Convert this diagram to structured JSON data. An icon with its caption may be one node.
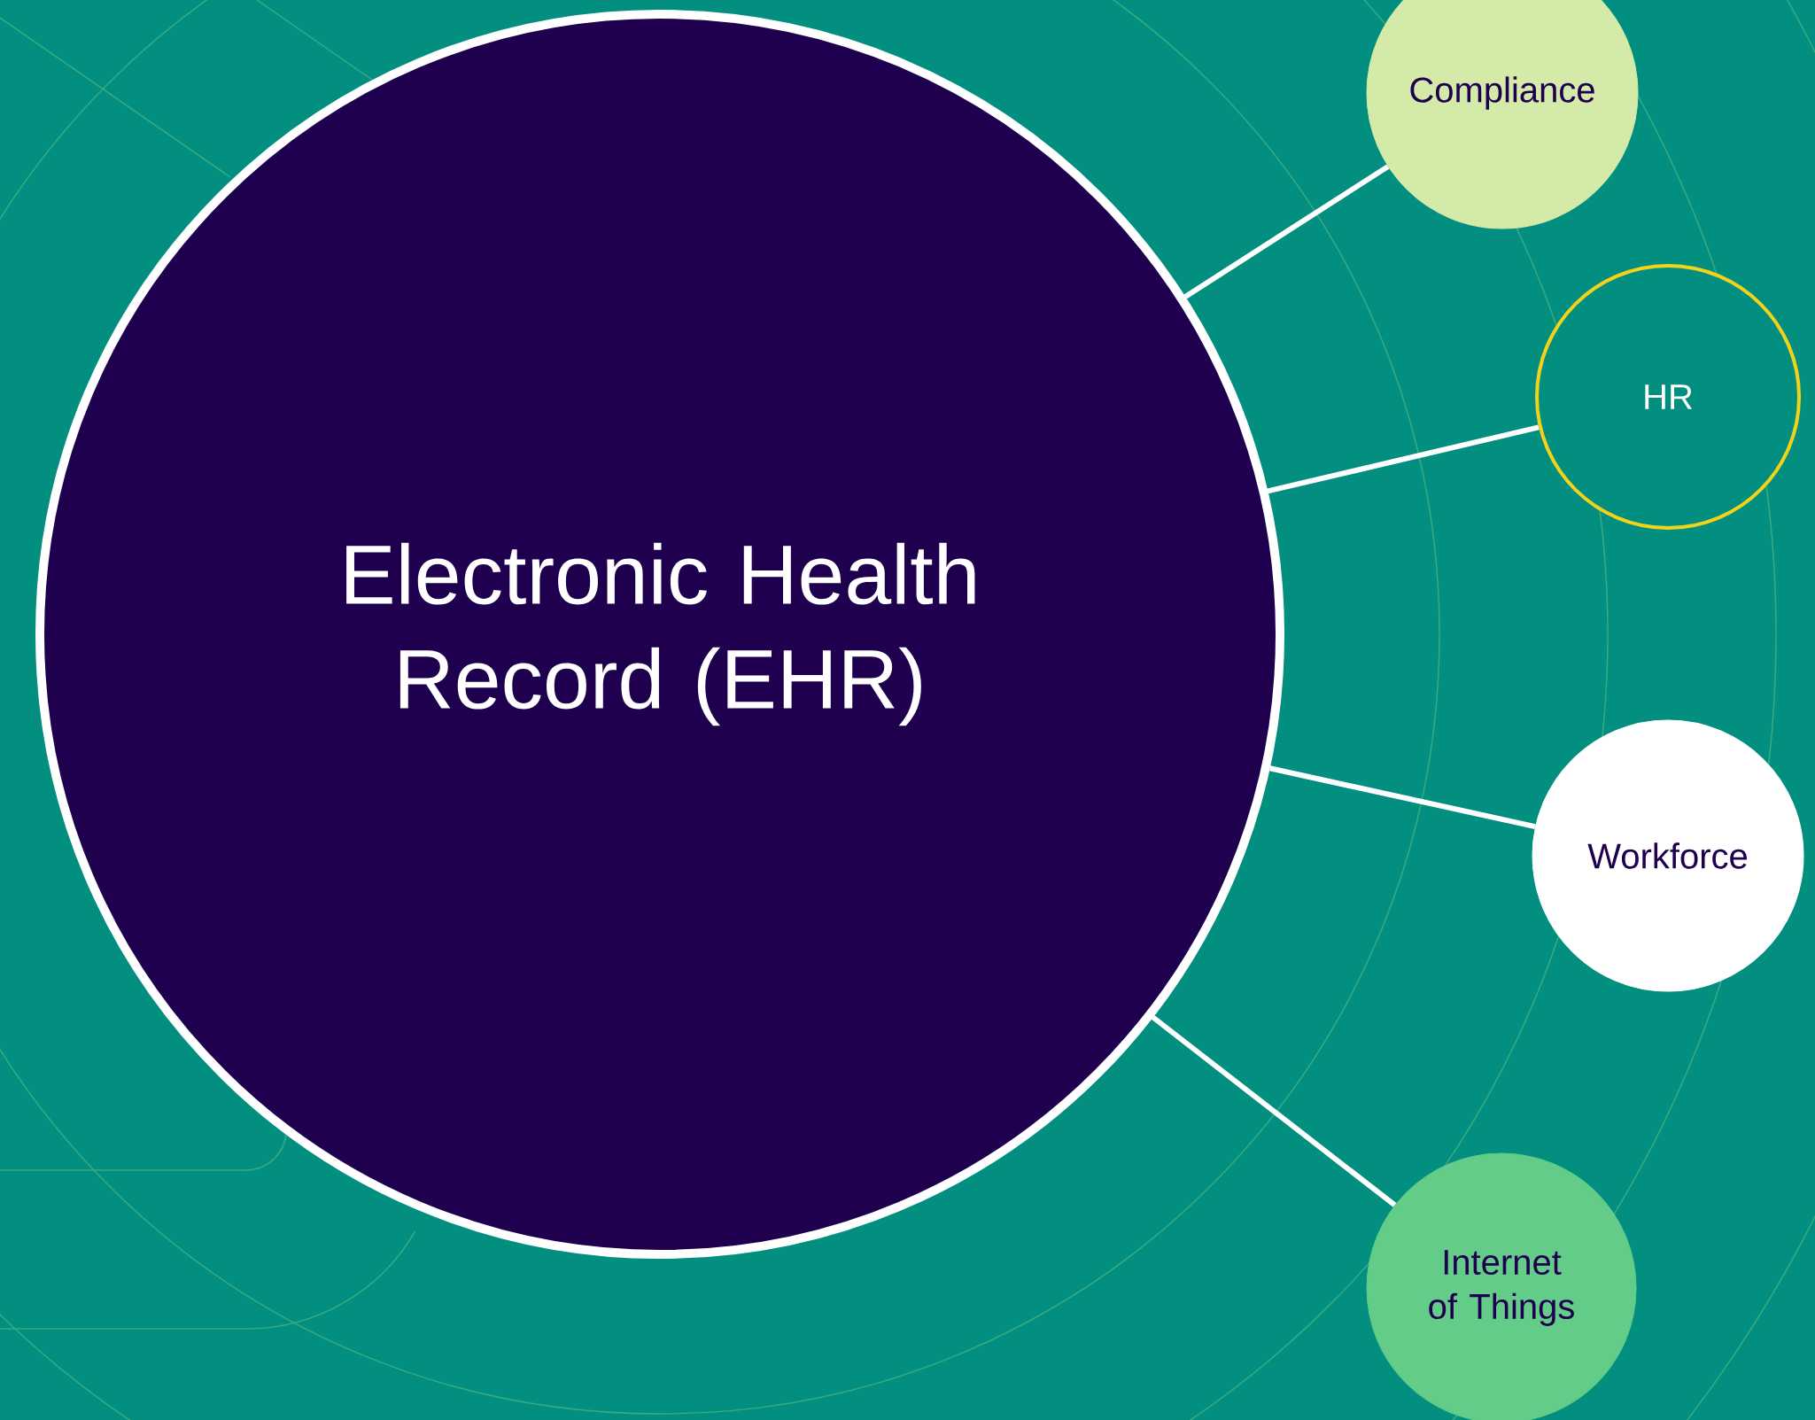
{
  "diagram": {
    "nodes": [
      {
        "text": [
          "Electronic Health Record (EHR)"
        ]
      },
      {
        "text": [
          "Compliance"
        ]
      },
      {
        "text": [
          "HR"
        ]
      },
      {
        "text": [
          "Workforce"
        ]
      },
      {
        "text": [
          "Internet of Things"
        ]
      }
    ],
    "edges": [
      {
        "from": 0,
        "to": 1,
        "arrow": "none"
      },
      {
        "from": 0,
        "to": 2,
        "arrow": "none"
      },
      {
        "from": 0,
        "to": 3,
        "arrow": "none"
      },
      {
        "from": 0,
        "to": 4,
        "arrow": "none"
      }
    ]
  }
}
